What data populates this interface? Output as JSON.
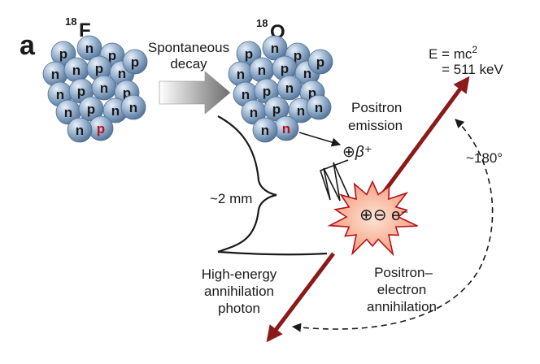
{
  "panel_letter": "a",
  "isotopes": {
    "fluorine": {
      "mass": "18",
      "symbol": "F"
    },
    "oxygen": {
      "mass": "18",
      "symbol": "O"
    }
  },
  "decay_label": {
    "line1": "Spontaneous",
    "line2": "decay"
  },
  "positron_emission": {
    "line1": "Positron",
    "line2": "emission"
  },
  "beta_symbol": "⊕β⁺",
  "annihilation_symbol": "⊕⊖ e⁻",
  "distance_label": "~2 mm",
  "equation": {
    "line1_prefix": "E = mc",
    "line1_sup": "2",
    "line2": "= 511 keV"
  },
  "angle_label": "~180°",
  "annihilation_label": {
    "line1": "Positron–",
    "line2": "electron",
    "line3": "annihilation"
  },
  "photon_label": {
    "line1": "High-energy",
    "line2": "annihilation",
    "line3": "photon"
  },
  "colors": {
    "nucleon_fill": "#8eaac8",
    "nucleon_edge": "#4f7096",
    "red_letter": "#b5121b",
    "photon_arrow": "#8b1a1a",
    "starburst_fill": "#f7a586",
    "starburst_edge": "#b5121b"
  },
  "nuclei": {
    "fluorine": {
      "letters": [
        "p",
        "n",
        "p",
        "n",
        "n",
        "p",
        "n",
        "p",
        "n",
        "p",
        "n",
        "p",
        "n",
        "p",
        "n",
        "n",
        "p",
        "n"
      ],
      "red_letter_index": 16
    },
    "oxygen": {
      "letters": [
        "p",
        "n",
        "p",
        "n",
        "n",
        "p",
        "n",
        "p",
        "n",
        "p",
        "n",
        "p",
        "n",
        "p",
        "n",
        "n",
        "n",
        "n"
      ],
      "red_letter_index": 16
    }
  }
}
